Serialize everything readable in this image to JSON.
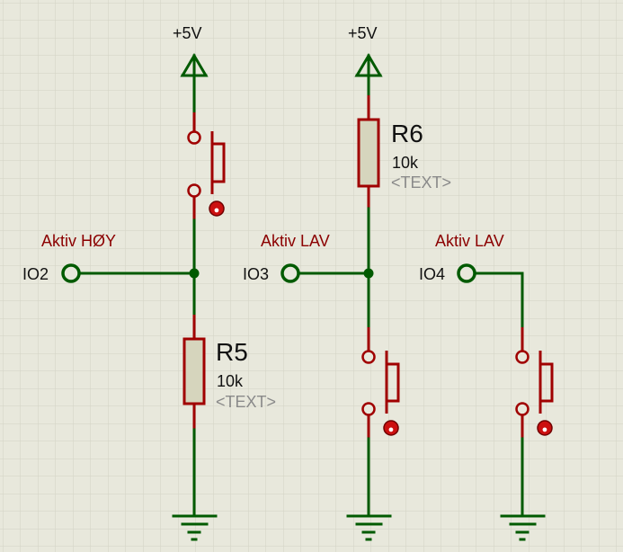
{
  "power": {
    "left": "+5V",
    "middle": "+5V"
  },
  "nets": {
    "io2": {
      "terminal": "IO2",
      "label": "Aktiv HØY"
    },
    "io3": {
      "terminal": "IO3",
      "label": "Aktiv LAV"
    },
    "io4": {
      "terminal": "IO4",
      "label": "Aktiv LAV"
    }
  },
  "resistors": {
    "r5": {
      "ref": "R5",
      "value": "10k",
      "text": "<TEXT>"
    },
    "r6": {
      "ref": "R6",
      "value": "10k",
      "text": "<TEXT>"
    }
  },
  "colors": {
    "background": "#e8e8dc",
    "grid": "#d2d2c4",
    "wire": "#005a00",
    "component": "#a00000",
    "net_label": "#8b0000"
  },
  "icons": [
    "power-arrow-icon",
    "ground-icon",
    "pushbutton-icon",
    "resistor-icon",
    "terminal-icon"
  ]
}
